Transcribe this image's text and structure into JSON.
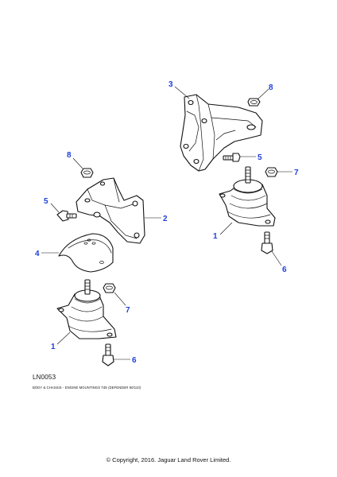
{
  "diagram": {
    "callouts": {
      "c3": "3",
      "c8a": "8",
      "c5a": "5",
      "c7a": "7",
      "c1a": "1",
      "c6a": "6",
      "c8b": "8",
      "c5b": "5",
      "c2": "2",
      "c4": "4",
      "c7b": "7",
      "c1b": "1",
      "c6b": "6"
    }
  },
  "caption": {
    "code": "LN0053",
    "description": "BODY & CHASSIS - ENGINE MOUNTINGS Td5 (DEFENDER 90/110)"
  },
  "copyright": "© Copyright, 2016. Jaguar Land Rover Limited."
}
